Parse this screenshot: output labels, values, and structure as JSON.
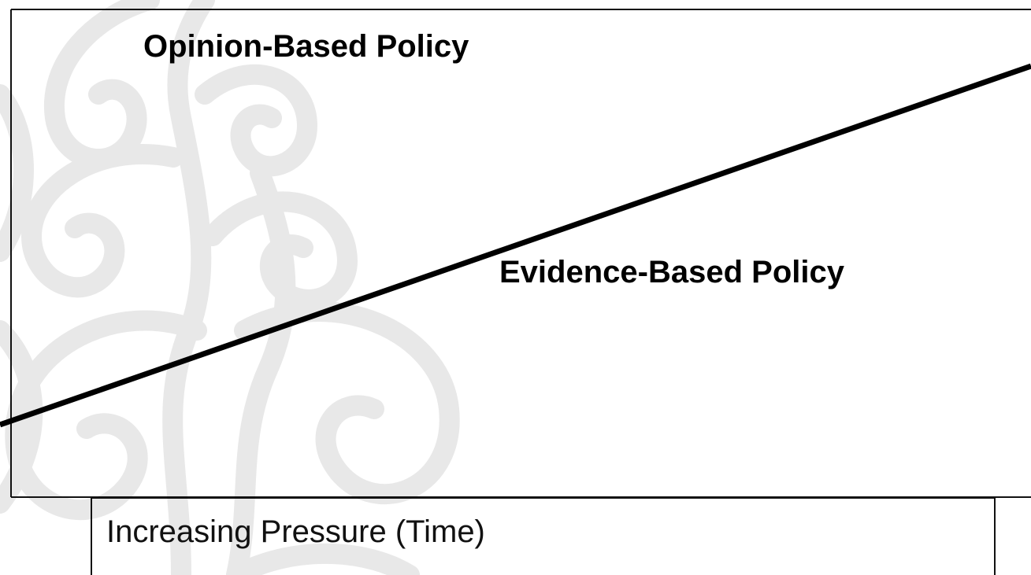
{
  "diagram": {
    "upper_region_label": "Opinion-Based Policy",
    "lower_region_label": "Evidence-Based Policy",
    "axis_label": "Increasing Pressure (Time)"
  },
  "style": {
    "line_color": "#000000",
    "frame_color": "#111111",
    "watermark_color": "#e6e6e6",
    "background": "#ffffff"
  },
  "icons": {
    "watermark": "swirl-tree-watermark-icon"
  }
}
